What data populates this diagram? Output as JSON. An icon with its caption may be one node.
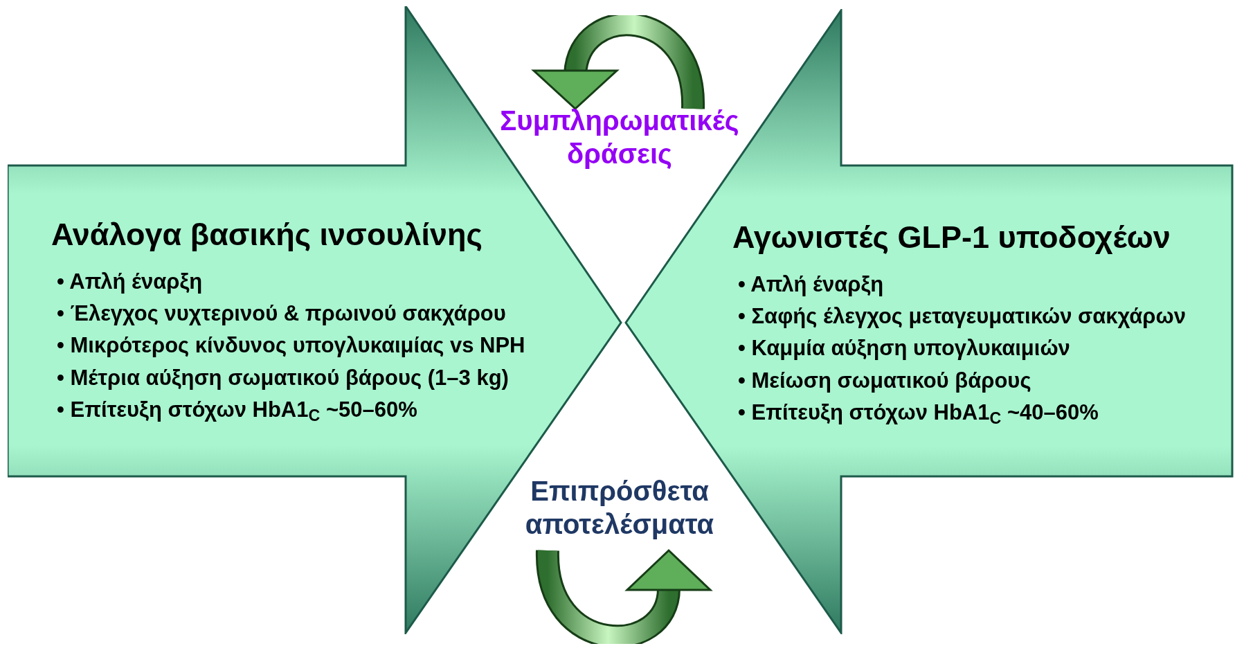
{
  "diagram": {
    "nodes": [
      {
        "text": [
          "Ανάλογα βασικής ινσουλίνης",
          "• Απλή έναρξη",
          "• Έλεγχος νυχτερινού & πρωινού σακχάρου",
          "• Μικρότερος κίνδυνος υπογλυκαιμίας vs NPH",
          "• Μέτρια αύξηση σωματικού βάρους (1–3 kg)",
          "• Επίτευξη στόχων HbA1$_{C}$ ~50–60%"
        ]
      },
      {
        "text": [
          "Αγωνιστές GLP-1 υποδοχέων",
          "• Απλή έναρξη",
          "• Σαφής έλεγχος μεταγευματικών σακχάρων",
          "• Καμμία αύξηση υπογλυκαιμιών",
          "• Μείωση σωματικού βάρους",
          "• Επίτευξη στόχων HbA1$_{C}$ ~40–60%"
        ]
      }
    ],
    "labels": [
      "Συμπληρωματικές δράσεις",
      "Επιπρόσθετα αποτελέσματα"
    ]
  }
}
